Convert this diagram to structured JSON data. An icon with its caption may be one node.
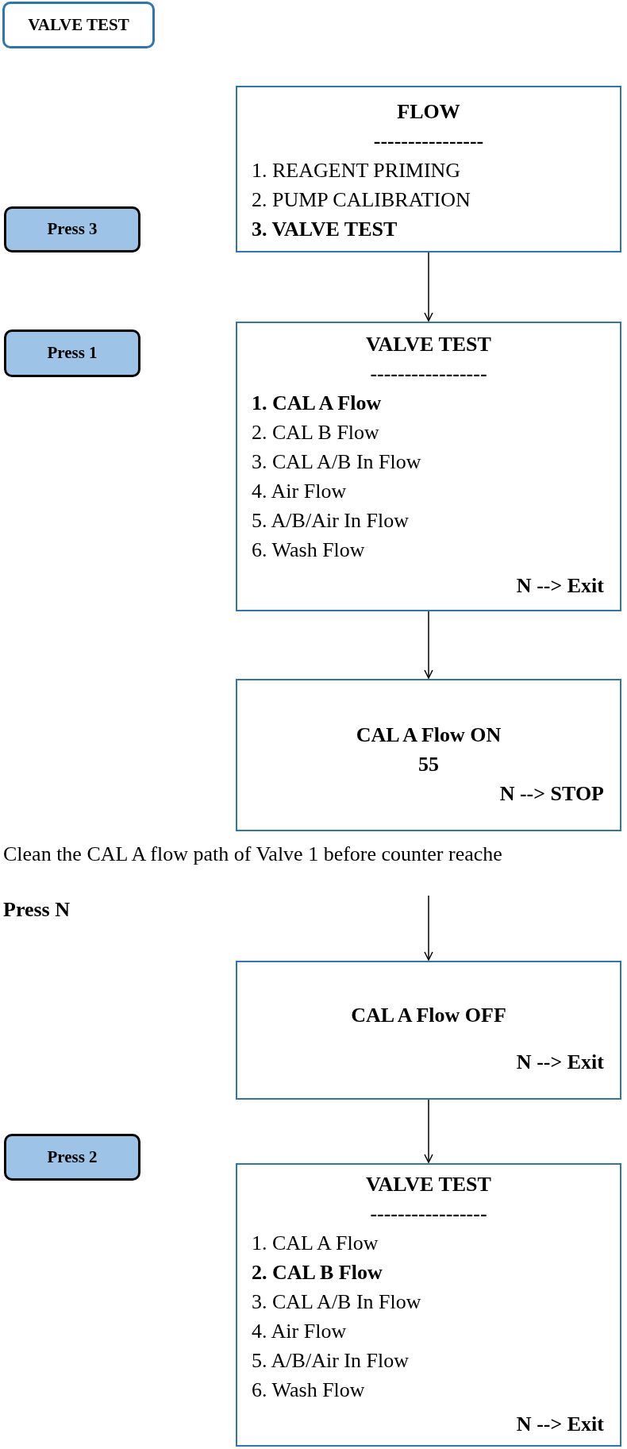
{
  "diagram": {
    "nodes": [
      {
        "text": [
          "VALVE TEST"
        ]
      },
      {
        "text": [
          "FLOW",
          "----------------",
          "1. REAGENT PRIMING",
          "2. PUMP CALIBRATION",
          "3. VALVE TEST"
        ]
      },
      {
        "text": [
          "Press 3"
        ]
      },
      {
        "text": [
          "VALVE TEST",
          "-----------------",
          "1. CAL A Flow",
          "2. CAL B Flow",
          "3. CAL A/B In Flow",
          "4. Air Flow",
          "5. A/B/Air In Flow",
          "6. Wash Flow",
          "N --> Exit"
        ]
      },
      {
        "text": [
          "Press 1"
        ]
      },
      {
        "text": [
          "CAL A Flow ON",
          "55",
          "N --> STOP"
        ]
      },
      {
        "text": [
          "CAL A Flow OFF",
          "N --> Exit"
        ]
      },
      {
        "text": [
          "Press 2"
        ]
      },
      {
        "text": [
          "VALVE TEST",
          "-----------------",
          "1. CAL A Flow",
          "2. CAL B Flow",
          "3. CAL A/B In Flow",
          "4. Air Flow",
          "5. A/B/Air In Flow",
          "6. Wash Flow",
          "N --> Exit"
        ]
      }
    ],
    "edges": [
      {
        "from": 1,
        "to": 3,
        "arrow": "to"
      },
      {
        "from": 3,
        "to": 5,
        "arrow": "to"
      },
      {
        "from": null,
        "to": 6,
        "arrow": "to"
      },
      {
        "from": 6,
        "to": 8,
        "arrow": "to"
      }
    ],
    "labels": [
      "Clean the CAL A flow path of Valve 1 before counter reache",
      "Press N"
    ]
  }
}
